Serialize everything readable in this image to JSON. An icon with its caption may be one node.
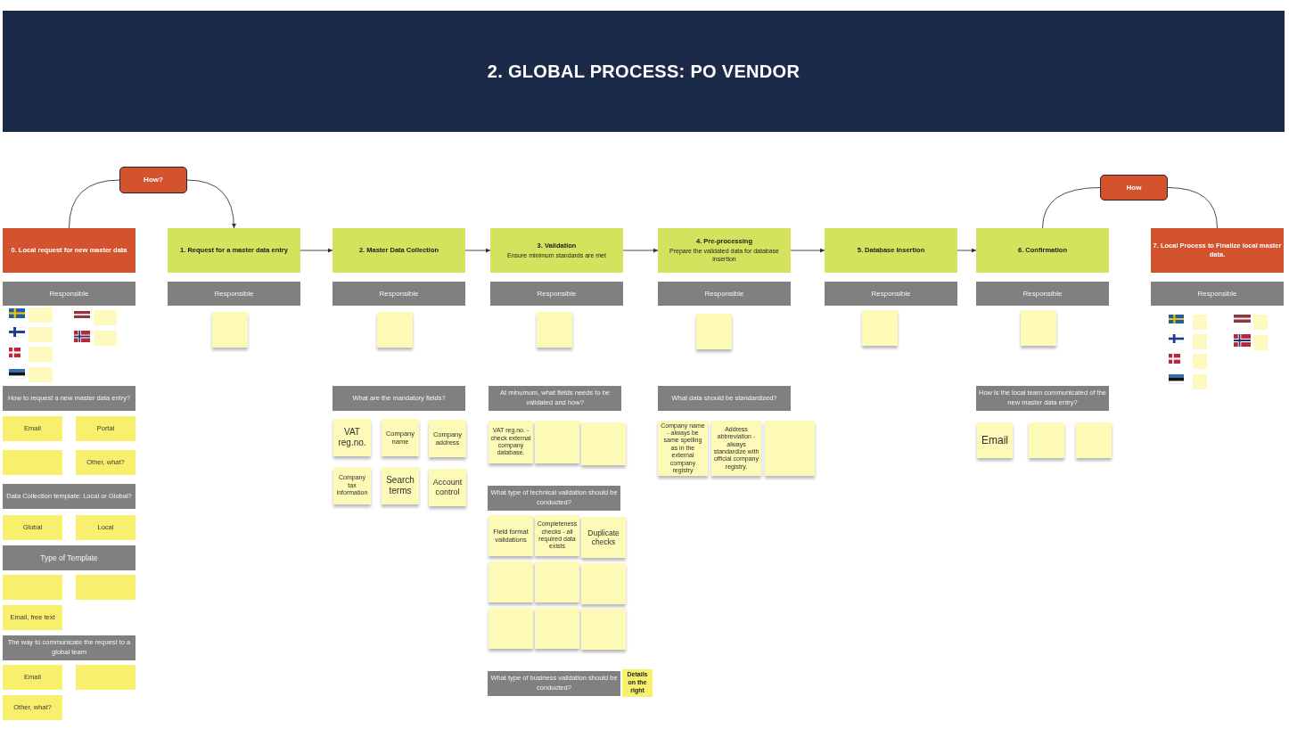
{
  "diagram": {
    "title": "2. GLOBAL PROCESS: PO VENDOR",
    "nodes": [
      {
        "text": [
          "How?"
        ]
      },
      {
        "text": [
          "How"
        ]
      },
      {
        "text": [
          "0. Local request for new master data"
        ]
      },
      {
        "text": [
          "1. Request for a master data entry"
        ]
      },
      {
        "text": [
          "2. Master Data Collection"
        ]
      },
      {
        "text": [
          "3. Validation",
          "Ensure minimum standards are met"
        ]
      },
      {
        "text": [
          "4. Pre-processing",
          "Prepare the validated data for database insertion"
        ]
      },
      {
        "text": [
          "5. Database Insertion"
        ]
      },
      {
        "text": [
          "6. Confirmation"
        ]
      },
      {
        "text": [
          "7. Local Process to Finalize local master data."
        ]
      },
      {
        "text": [
          "Responsible"
        ]
      },
      {
        "text": [
          "Responsible"
        ]
      },
      {
        "text": [
          "Responsible"
        ]
      },
      {
        "text": [
          "Responsible"
        ]
      },
      {
        "text": [
          "Responsible"
        ]
      },
      {
        "text": [
          "Responsible"
        ]
      },
      {
        "text": [
          "Responsible"
        ]
      },
      {
        "text": [
          "Responsible"
        ]
      },
      {
        "text": [],
        "shape": "box"
      },
      {
        "text": [],
        "shape": "box"
      },
      {
        "text": [],
        "shape": "box"
      },
      {
        "text": [],
        "shape": "box"
      },
      {
        "text": [],
        "shape": "box"
      },
      {
        "text": [],
        "shape": "box"
      },
      {
        "text": [
          "How to request a new master data entry?"
        ]
      },
      {
        "text": [
          "Email"
        ]
      },
      {
        "text": [
          "Portal"
        ]
      },
      {
        "text": [],
        "shape": "box"
      },
      {
        "text": [
          "Other, what?"
        ]
      },
      {
        "text": [
          "Data Collection template: Local or Global?"
        ]
      },
      {
        "text": [
          "Global"
        ]
      },
      {
        "text": [
          "Local"
        ]
      },
      {
        "text": [
          "Type of Template"
        ]
      },
      {
        "text": [],
        "shape": "box"
      },
      {
        "text": [],
        "shape": "box"
      },
      {
        "text": [
          "Email, free text"
        ]
      },
      {
        "text": [
          "The way to communicate the request to a global team"
        ]
      },
      {
        "text": [
          "Email"
        ]
      },
      {
        "text": [],
        "shape": "box"
      },
      {
        "text": [
          "Other, what?"
        ]
      },
      {
        "text": [],
        "shape": "box"
      },
      {
        "text": [],
        "shape": "box"
      },
      {
        "text": [
          "What are the mandatory fields?"
        ]
      },
      {
        "text": [
          "VAT reg.no."
        ]
      },
      {
        "text": [
          "Company name"
        ]
      },
      {
        "text": [
          "Company address"
        ]
      },
      {
        "text": [
          "Company tax information"
        ]
      },
      {
        "text": [
          "Search terms"
        ]
      },
      {
        "text": [
          "Account control"
        ]
      },
      {
        "text": [],
        "shape": "box"
      },
      {
        "text": [
          "At minumum, what fields needs to be validated and how?"
        ]
      },
      {
        "text": [
          "VAT reg.no. - check external company database."
        ]
      },
      {
        "text": [],
        "shape": "box"
      },
      {
        "text": [],
        "shape": "box"
      },
      {
        "text": [
          "What type of technical validation should be conducted?"
        ]
      },
      {
        "text": [
          "Field format validations"
        ]
      },
      {
        "text": [
          "Completeness checks - all required data exists"
        ]
      },
      {
        "text": [
          "Duplicate checks"
        ]
      },
      {
        "text": [],
        "shape": "box"
      },
      {
        "text": [],
        "shape": "box"
      },
      {
        "text": [],
        "shape": "box"
      },
      {
        "text": [],
        "shape": "box"
      },
      {
        "text": [],
        "shape": "box"
      },
      {
        "text": [],
        "shape": "box"
      },
      {
        "text": [
          "What type of business validation should be conducted?"
        ]
      },
      {
        "text": [
          "Details on the right"
        ]
      },
      {
        "text": [],
        "shape": "box"
      },
      {
        "text": [
          "What data should be standardized?"
        ]
      },
      {
        "text": [
          "Company name - always be same spelling as in the external company registry"
        ]
      },
      {
        "text": [
          "Address abbreviation - always standardize with official company registry."
        ]
      },
      {
        "text": [],
        "shape": "box"
      },
      {
        "text": [],
        "shape": "box"
      },
      {
        "text": [],
        "shape": "box"
      },
      {
        "text": [
          "How is the local team communicated of the new master data entry?"
        ]
      },
      {
        "text": [
          "Email"
        ]
      },
      {
        "text": [],
        "shape": "box"
      },
      {
        "text": [],
        "shape": "box"
      },
      {
        "text": [],
        "shape": "box"
      },
      {
        "text": [],
        "shape": "box"
      },
      {
        "text": [],
        "shape": "box"
      },
      {
        "text": [],
        "shape": "box"
      },
      {
        "text": [],
        "shape": "box"
      },
      {
        "text": [],
        "shape": "box"
      }
    ],
    "edges": [
      {
        "from": 2,
        "to": 0,
        "arrow": "none"
      },
      {
        "from": 0,
        "to": 3,
        "arrow": "to"
      },
      {
        "from": 3,
        "to": 4,
        "arrow": "to"
      },
      {
        "from": 4,
        "to": 5,
        "arrow": "to"
      },
      {
        "from": 5,
        "to": 6,
        "arrow": "to"
      },
      {
        "from": 6,
        "to": 7,
        "arrow": "to"
      },
      {
        "from": 7,
        "to": 8,
        "arrow": "to"
      },
      {
        "from": 8,
        "to": 1,
        "arrow": "none"
      },
      {
        "from": 1,
        "to": 9,
        "arrow": "none"
      }
    ]
  }
}
